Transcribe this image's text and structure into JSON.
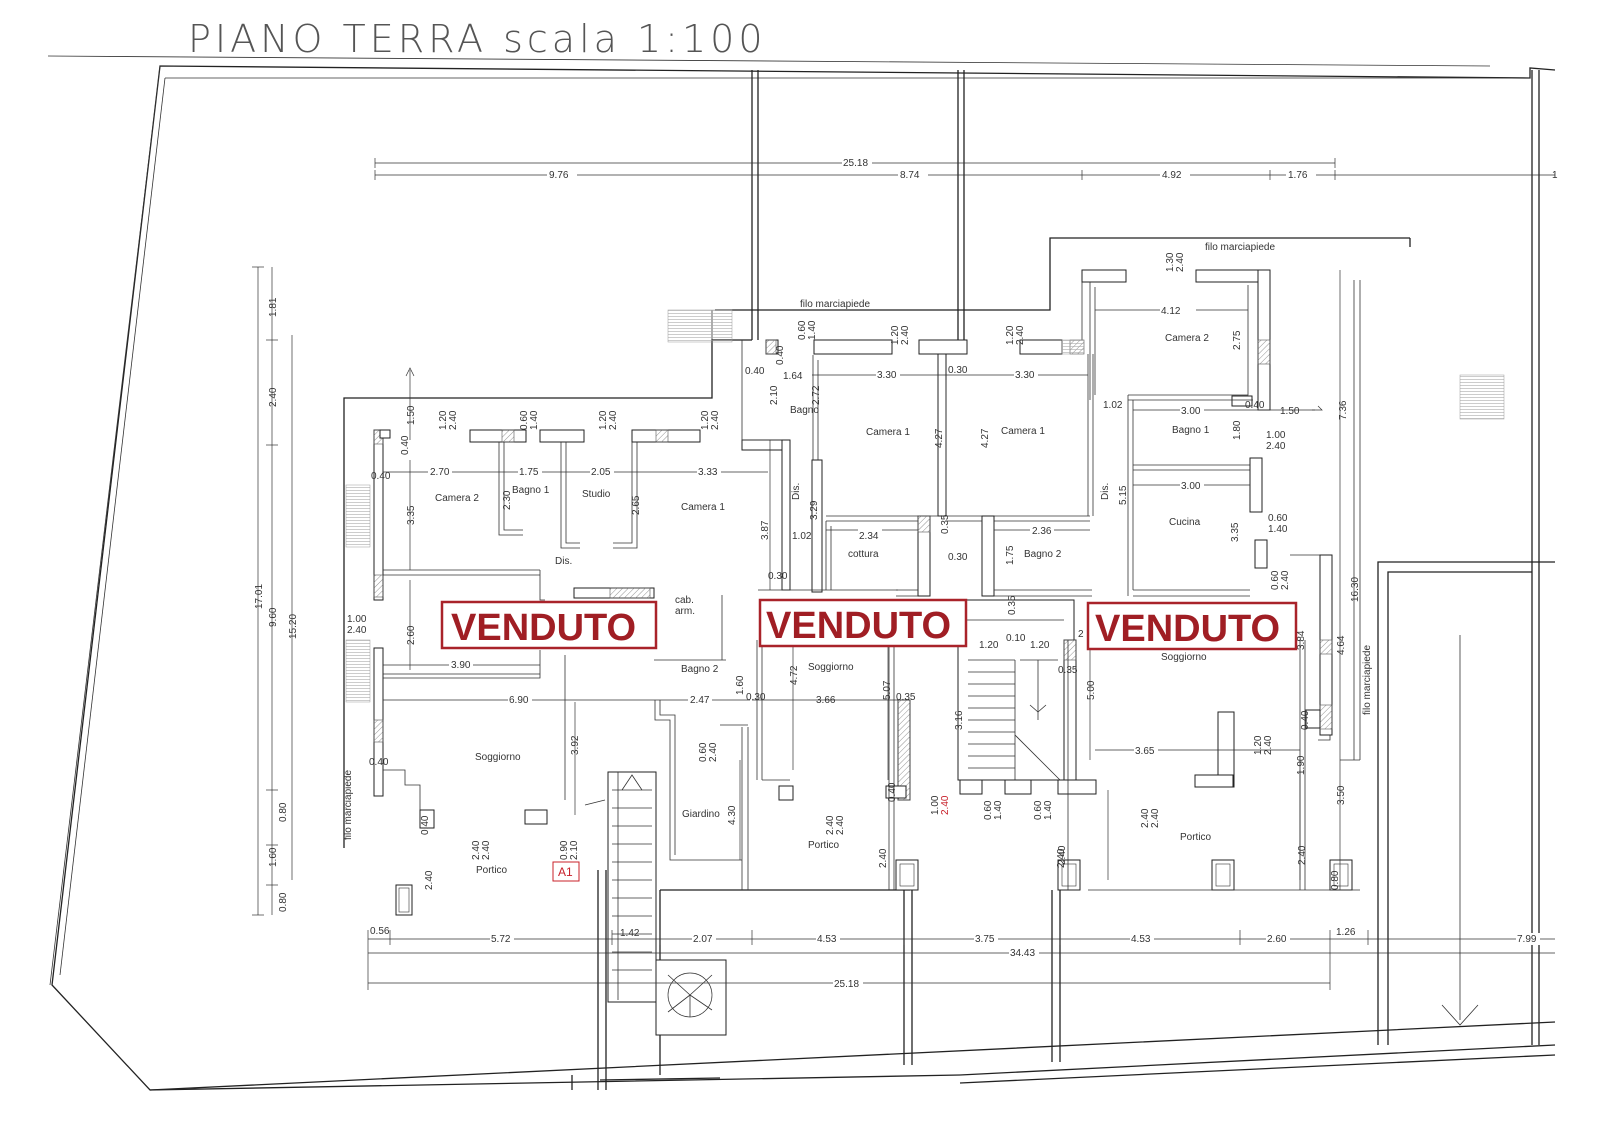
{
  "title": "PIANO TERRA  scala 1:100",
  "sold_label": "VENDUTO",
  "unit_tag": "A1",
  "rooms": {
    "camera2_left": "Camera 2",
    "bagno1_left": "Bagno 1",
    "studio": "Studio",
    "camera1_left": "Camera 1",
    "dis_left": "Dis.",
    "cab_arm_1": "cab.",
    "cab_arm_2": "arm.",
    "bagno2_left": "Bagno 2",
    "soggiorno_left": "Soggiorno",
    "portico_left": "Portico",
    "giardino": "Giardino",
    "bagno_mid": "Bagno",
    "camera1_mid": "Camera 1",
    "camera1_mid2": "Camera 1",
    "dis_mid": "Dis.",
    "cottura": "cottura",
    "soggiorno_mid": "Soggiorno",
    "portico_mid": "Portico",
    "bagno2_mid": "Bagno 2",
    "dis_right": "Dis.",
    "camera2_right": "Camera 2",
    "bagno1_right": "Bagno 1",
    "cucina": "Cucina",
    "soggiorno_right": "Soggiorno",
    "portico_right": "Portico",
    "filo_top_mid": "filo marciapiede",
    "filo_top_right": "filo marciapiede",
    "filo_left": "filo marciapiede",
    "filo_right": "filo marciapiede"
  },
  "dimensions": {
    "top_total": "25.18",
    "top_a": "9.76",
    "top_b": "8.74",
    "top_c": "4.92",
    "top_d": "1.76",
    "top_e": "1",
    "left_v1": "1.81",
    "left_v2": "2.40",
    "left_v3": "9.60",
    "left_v4": "17.01",
    "left_v5": "15.20",
    "left_v6": "0.80",
    "left_v7": "1.60",
    "left_v8": "0.80",
    "l_150": "1.50",
    "l_040a": "0.40",
    "l_040b": "0.40",
    "l_120": "1.20",
    "l_240a": "2.40",
    "l_060": "0.60",
    "l_140a": "1.40",
    "l_120b": "1.20",
    "l_240b": "2.40",
    "l_120c": "1.20",
    "l_240c": "2.40",
    "l_270": "2.70",
    "l_175": "1.75",
    "l_205": "2.05",
    "l_333": "3.33",
    "l_335": "3.35",
    "l_230": "2.30",
    "l_265": "2.65",
    "l_387": "3.87",
    "l_100": "1.00",
    "l_240d": "2.40",
    "l_260": "2.60",
    "l_390": "3.90",
    "l_690": "6.90",
    "l_392": "3.92",
    "l_247": "2.47",
    "l_160": "1.60",
    "l_030a": "0.30",
    "l_366": "3.66",
    "l_040c": "0.40",
    "l_040d": "0.40",
    "l_240e": "2.40",
    "l_240f": "2.40",
    "l_240g": "2.40",
    "l_090": "0.90",
    "l_210": "2.10",
    "l_060b": "0.60",
    "l_240h": "2.40",
    "l_430": "4.30",
    "m_060": "0.60",
    "m_140": "1.40",
    "m_040": "0.40",
    "m_040b": "0.40",
    "m_164": "1.64",
    "m_210": "2.10",
    "m_272": "2.72",
    "m_120": "1.20",
    "m_240": "2.40",
    "m_330a": "3.30",
    "m_030": "0.30",
    "m_330b": "3.30",
    "m_120b": "1.20",
    "m_240b": "2.40",
    "m_427a": "4.27",
    "m_427b": "4.27",
    "m_329": "3.29",
    "m_102": "1.02",
    "m_234": "2.34",
    "m_035": "0.35",
    "m_030b": "0.30",
    "m_236": "2.36",
    "m_175": "1.75",
    "m_030c": "0.30",
    "m_472": "4.72",
    "m_507": "5.07",
    "m_035b": "0.35",
    "m_120c": "1.20",
    "m_010": "0.10",
    "m_120d": "1.20",
    "m_035c": "0.35",
    "m_316": "3.16",
    "m_100": "1.00",
    "m_240c": "2.40",
    "m_060b": "0.60",
    "m_140b": "1.40",
    "m_060c": "0.60",
    "m_140c": "1.40",
    "m_040c": "0.40",
    "m_240d": "2.40",
    "m_240e": "2.40",
    "m_240f": "2.40",
    "m_240g": "2.40",
    "m_035d": "0.35",
    "m_2": "2",
    "r_130": "1.30",
    "r_240": "2.40",
    "r_412": "4.12",
    "r_275": "2.75",
    "r_102": "1.02",
    "r_300a": "3.00",
    "r_040": "0.40",
    "r_150": "1.50",
    "r_736": "7.36",
    "r_180": "1.80",
    "r_100": "1.00",
    "r_240b": "2.40",
    "r_515": "5.15",
    "r_300b": "3.00",
    "r_335": "3.35",
    "r_060": "0.60",
    "r_140": "1.40",
    "r_060b": "0.60",
    "r_240c": "2.40",
    "r_500": "5.00",
    "r_384": "3.84",
    "r_464": "4.64",
    "r_1630": "16.30",
    "r_365": "3.65",
    "r_120": "1.20",
    "r_240d": "2.40",
    "r_040b": "0.40",
    "r_190": "1.90",
    "r_350": "3.50",
    "r_240e": "2.40",
    "r_240f": "2.40",
    "r_240g": "2.40",
    "r_240h": "2.40",
    "r_080": "0.80",
    "b_056": "0.56",
    "b_572": "5.72",
    "b_142": "1.42",
    "b_207": "2.07",
    "b_453a": "4.53",
    "b_375": "3.75",
    "b_453b": "4.53",
    "b_260": "2.60",
    "b_126": "1.26",
    "b_799": "7.99",
    "b_3443": "34.43",
    "b_2518": "25.18"
  },
  "colors": {
    "sold_red": "#a01e24",
    "lines": "#222222"
  }
}
